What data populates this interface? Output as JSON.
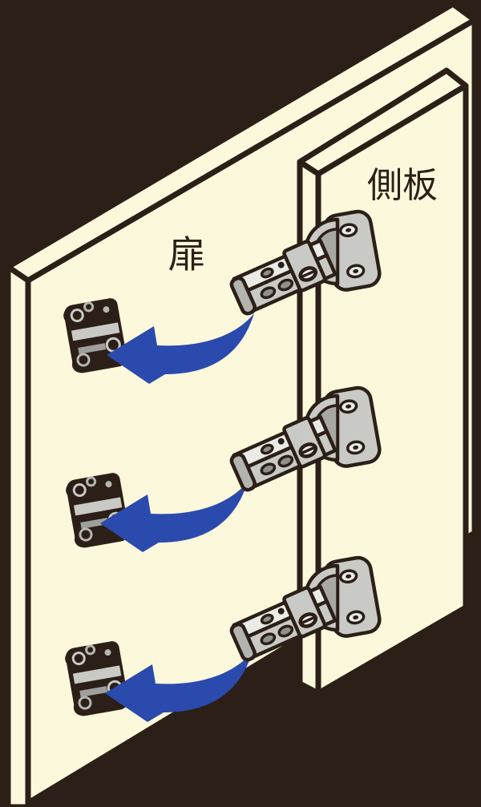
{
  "diagram": {
    "labels": {
      "door": "扉",
      "side_panel": "側板"
    },
    "colors": {
      "background": "#2B1F17",
      "outline": "#2B1F17",
      "panel": "#FCF8DC",
      "metal": "#C9CAC6",
      "arrow_blue": "#2B4AAE"
    },
    "components": {
      "hinges": 3,
      "mounting_plates": 3,
      "arrows": 3
    }
  }
}
